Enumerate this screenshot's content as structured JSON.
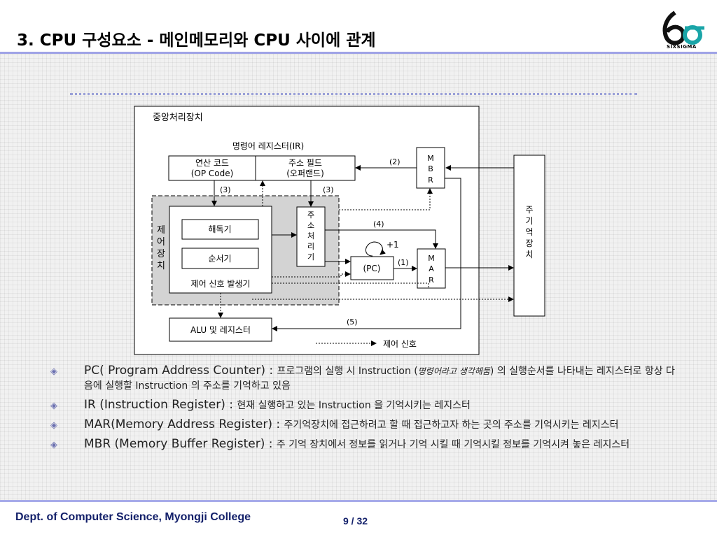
{
  "slide": {
    "title": "3. CPU 구성요소 -  메인메모리와 CPU  사이에 관계",
    "logo_text": "SIXSIGMA",
    "footer_left": "Dept. of Computer Science, Myongji College",
    "page_number": "9 / 32"
  },
  "diagram": {
    "cpu_label": "중앙처리장치",
    "ir_title": "명령어 레지스터(IR)",
    "opcode_line1": "연산 코드",
    "opcode_line2": "(OP Code)",
    "address_field_line1": "주소 필드",
    "address_field_line2": "(오퍼랜드)",
    "mbr_chars": [
      "M",
      "B",
      "R"
    ],
    "mar_chars": [
      "M",
      "A",
      "R"
    ],
    "memory_chars": [
      "주",
      "기",
      "억",
      "장",
      "치"
    ],
    "control_chars": [
      "제",
      "어",
      "장",
      "치"
    ],
    "addr_proc_chars": [
      "주",
      "소",
      "처",
      "리",
      "기"
    ],
    "decoder": "해독기",
    "sequencer": "순서기",
    "signal_gen": "제어 신호 발생기",
    "pc": "(PC)",
    "plus_one": "+1",
    "alu": "ALU 및 레지스터",
    "label_2": "(2)",
    "label_3a": "(3)",
    "label_3b": "(3)",
    "label_4": "(4)",
    "label_1": "(1)",
    "label_5": "(5)",
    "legend": "제어 신호"
  },
  "bullets": [
    {
      "term": "PC( Program Address Counter) : ",
      "text_a": "프로그램의 실행 시  ",
      "text_b": "Instruction (",
      "text_c": "명령어라고 생각해둠",
      "text_d": ") 의 실행순서를 나타내는 레지스터로 항상 다음에 실행할  ",
      "text_e": "Instruction",
      "text_f": " 의 주소를 기억하고 있음"
    },
    {
      "term": "IR (Instruction Register) : ",
      "text_a": "현재 실행하고 있는 ",
      "text_b": "Instruction",
      "text_c": " 을 기억시키는 레지스터"
    },
    {
      "term": "MAR(Memory Address Register) : ",
      "text_a": "주기억장치에 접근하려고 할 때 접근하고자 하는 곳의 주소를 기억시키는 레지스터"
    },
    {
      "term": "MBR (Memory Buffer Register) : ",
      "text_a": "주 기억 장치에서 정보를 읽거나 기억 시킬 때 기억시킬 정보를 기억시켜 놓은 레지스터"
    }
  ],
  "colors": {
    "title_rule": "#9fa3e6",
    "footer_text": "#13206a",
    "bullet_marker": "#6a6fb0",
    "control_unit_fill": "#d3d3d3"
  },
  "icons": {
    "bullet": "diamond-bullet-icon",
    "logo": "sixsigma-logo-icon"
  }
}
